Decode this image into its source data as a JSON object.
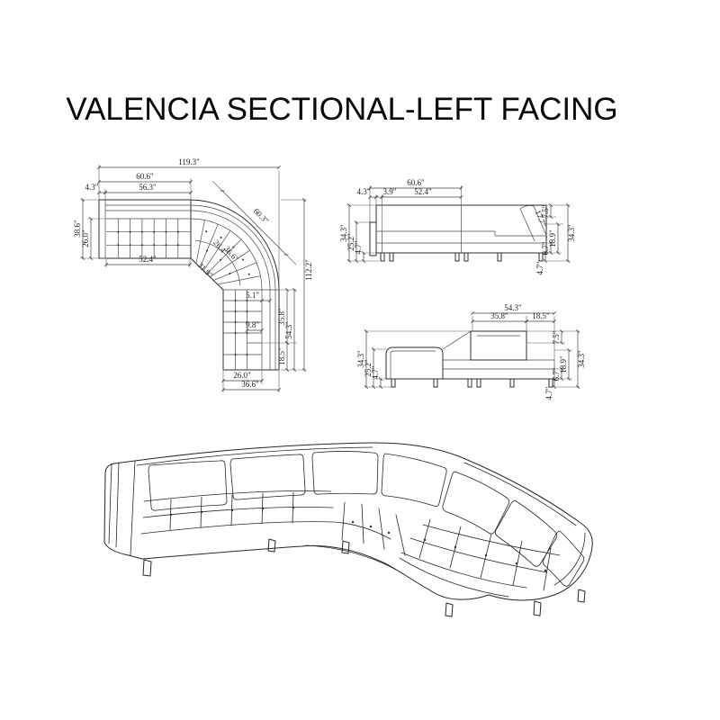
{
  "title": "VALENCIA SECTIONAL-LEFT FACING",
  "plan": {
    "dims": {
      "overall_width": "119.3\"",
      "section_width": "60.6\"",
      "seat_top_width": "56.3\"",
      "arm_thickness": "4.3\"",
      "section_depth": "38.6\"",
      "seat_depth": "26.0\"",
      "seat_front_width": "52.4\"",
      "corner_diagonal": "60.3\"",
      "corner_arc_inner": "26.4\"",
      "corner_arc_outer": "36.6\"",
      "corner_inner_edge": "31.9\"",
      "overall_depth": "112.2\"",
      "back_gap": "5.1\"",
      "seat_gap": "9.8\"",
      "chaise_seat_length": "35.8\"",
      "chaise_length": "54.3\"",
      "chaise_end_length": "18.5\"",
      "bottom_seat_width": "26.0\"",
      "bottom_section_width": "36.6\""
    }
  },
  "front_elevation": {
    "dims": {
      "section_width": "60.6\"",
      "arm_thickness": "4.3\"",
      "inner_gap": "3.9\"",
      "seat_width": "52.4\"",
      "overall_height_left": "34.3\"",
      "arm_height": "25.2\"",
      "leg_height_left": "4.7\"",
      "back_cushion": "17.7\"",
      "back_above_seat": "7.5\"",
      "base_height": "6.7\"",
      "seat_height": "18.9\"",
      "overall_height_right": "34.3\"",
      "leg_height_right": "4.7\""
    }
  },
  "side_elevation": {
    "dims": {
      "chaise_length": "54.3\"",
      "chaise_seat_length": "35.8\"",
      "chaise_end_length": "18.5\"",
      "overall_height_left": "34.3\"",
      "arm_height": "25.2\"",
      "leg_height_left": "4.7\"",
      "back_above_seat": "7.5\"",
      "seat_height": "18.9\"",
      "base_height": "6.7\"",
      "overall_height_right": "34.3\"",
      "leg_height_right": "4.7\""
    }
  }
}
